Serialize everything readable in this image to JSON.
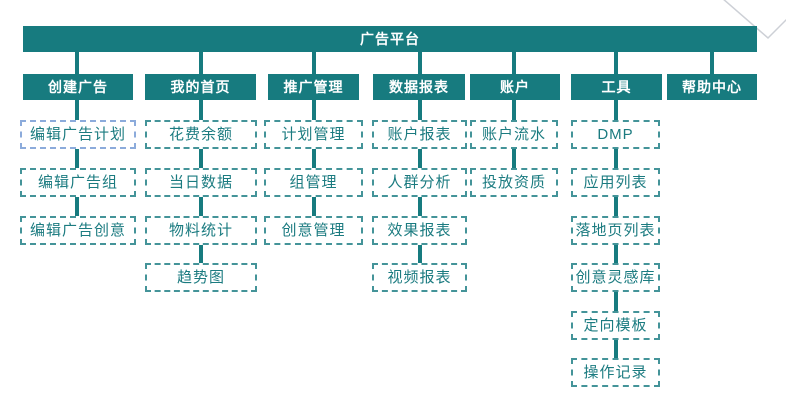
{
  "diagram": {
    "title": "广告平台",
    "columns": [
      {
        "label": "创建广告",
        "children": [
          {
            "label": "编辑广告计划",
            "variant": "highlight"
          },
          {
            "label": "编辑广告组"
          },
          {
            "label": "编辑广告创意"
          }
        ]
      },
      {
        "label": "我的首页",
        "children": [
          {
            "label": "花费余额"
          },
          {
            "label": "当日数据"
          },
          {
            "label": "物料统计"
          },
          {
            "label": "趋势图"
          }
        ]
      },
      {
        "label": "推广管理",
        "children": [
          {
            "label": "计划管理"
          },
          {
            "label": "组管理"
          },
          {
            "label": "创意管理"
          }
        ]
      },
      {
        "label": "数据报表",
        "children": [
          {
            "label": "账户报表"
          },
          {
            "label": "人群分析"
          },
          {
            "label": "效果报表"
          },
          {
            "label": "视频报表"
          }
        ]
      },
      {
        "label": "账户",
        "children": [
          {
            "label": "账户流水"
          },
          {
            "label": "投放资质"
          }
        ]
      },
      {
        "label": "工具",
        "children": [
          {
            "label": "DMP"
          },
          {
            "label": "应用列表"
          },
          {
            "label": "落地页列表"
          },
          {
            "label": "创意灵感库"
          },
          {
            "label": "定向模板"
          },
          {
            "label": "操作记录"
          }
        ]
      },
      {
        "label": "帮助中心",
        "children": []
      }
    ],
    "colors": {
      "teal": "#177b7f",
      "dashed_border": "#449499",
      "highlight_border": "#8cabdb",
      "corner_line": "#cdd0d6"
    }
  }
}
